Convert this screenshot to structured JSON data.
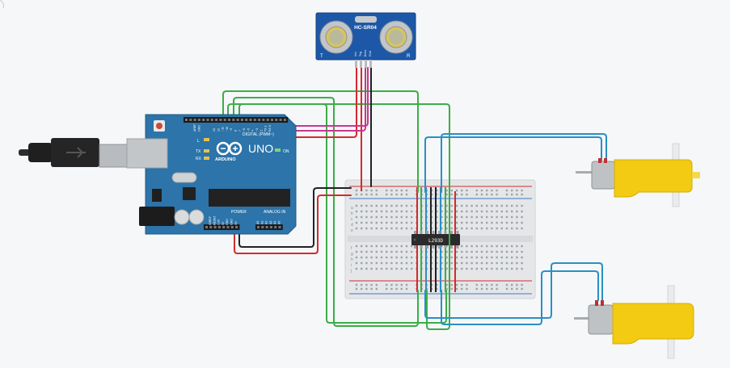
{
  "sensor": {
    "name": "HC-SR04",
    "left_mark": "T",
    "right_mark": "R",
    "pins": [
      "Vcc",
      "Trig",
      "Echo",
      "Gnd"
    ]
  },
  "arduino": {
    "logo": "UNO",
    "brand": "ARDUINO",
    "digital_label": "DIGITAL (PWM~)",
    "power_label": "POWER",
    "analog_label": "ANALOG IN",
    "led_labels": [
      "L",
      "TX",
      "RX",
      "ON"
    ],
    "power_pins": [
      "IOREF",
      "RESET",
      "3.3V",
      "5V",
      "GND",
      "GND",
      "Vin"
    ],
    "analog_pins": [
      "A0",
      "A1",
      "A2",
      "A3",
      "A4",
      "A5"
    ],
    "digital_pins": [
      "13",
      "12",
      "~11",
      "~10",
      "~9",
      "8",
      "7",
      "~6",
      "~5",
      "4",
      "~3",
      "2",
      "TX 1",
      "RX 0"
    ],
    "top_pins": [
      "AREF",
      "GND"
    ]
  },
  "driver": {
    "label": "L293D"
  },
  "breadboard": {
    "row_letters_top": [
      "a",
      "b",
      "c",
      "d",
      "e"
    ],
    "row_letters_bottom": [
      "f",
      "g",
      "h",
      "i",
      "j"
    ]
  },
  "colors": {
    "board": "#2c74a9",
    "wire_green": "#3aae48",
    "wire_blue": "#2a8fc6",
    "wire_red": "#d42a2f",
    "wire_black": "#222222",
    "wire_magenta": "#c8378f",
    "motor_yellow": "#f2cb12",
    "sensor_blue": "#1d58a8"
  },
  "icons": [
    "usb-cable-icon",
    "dc-motor-icon",
    "ultrasonic-sensor-icon",
    "ic-chip-icon"
  ]
}
